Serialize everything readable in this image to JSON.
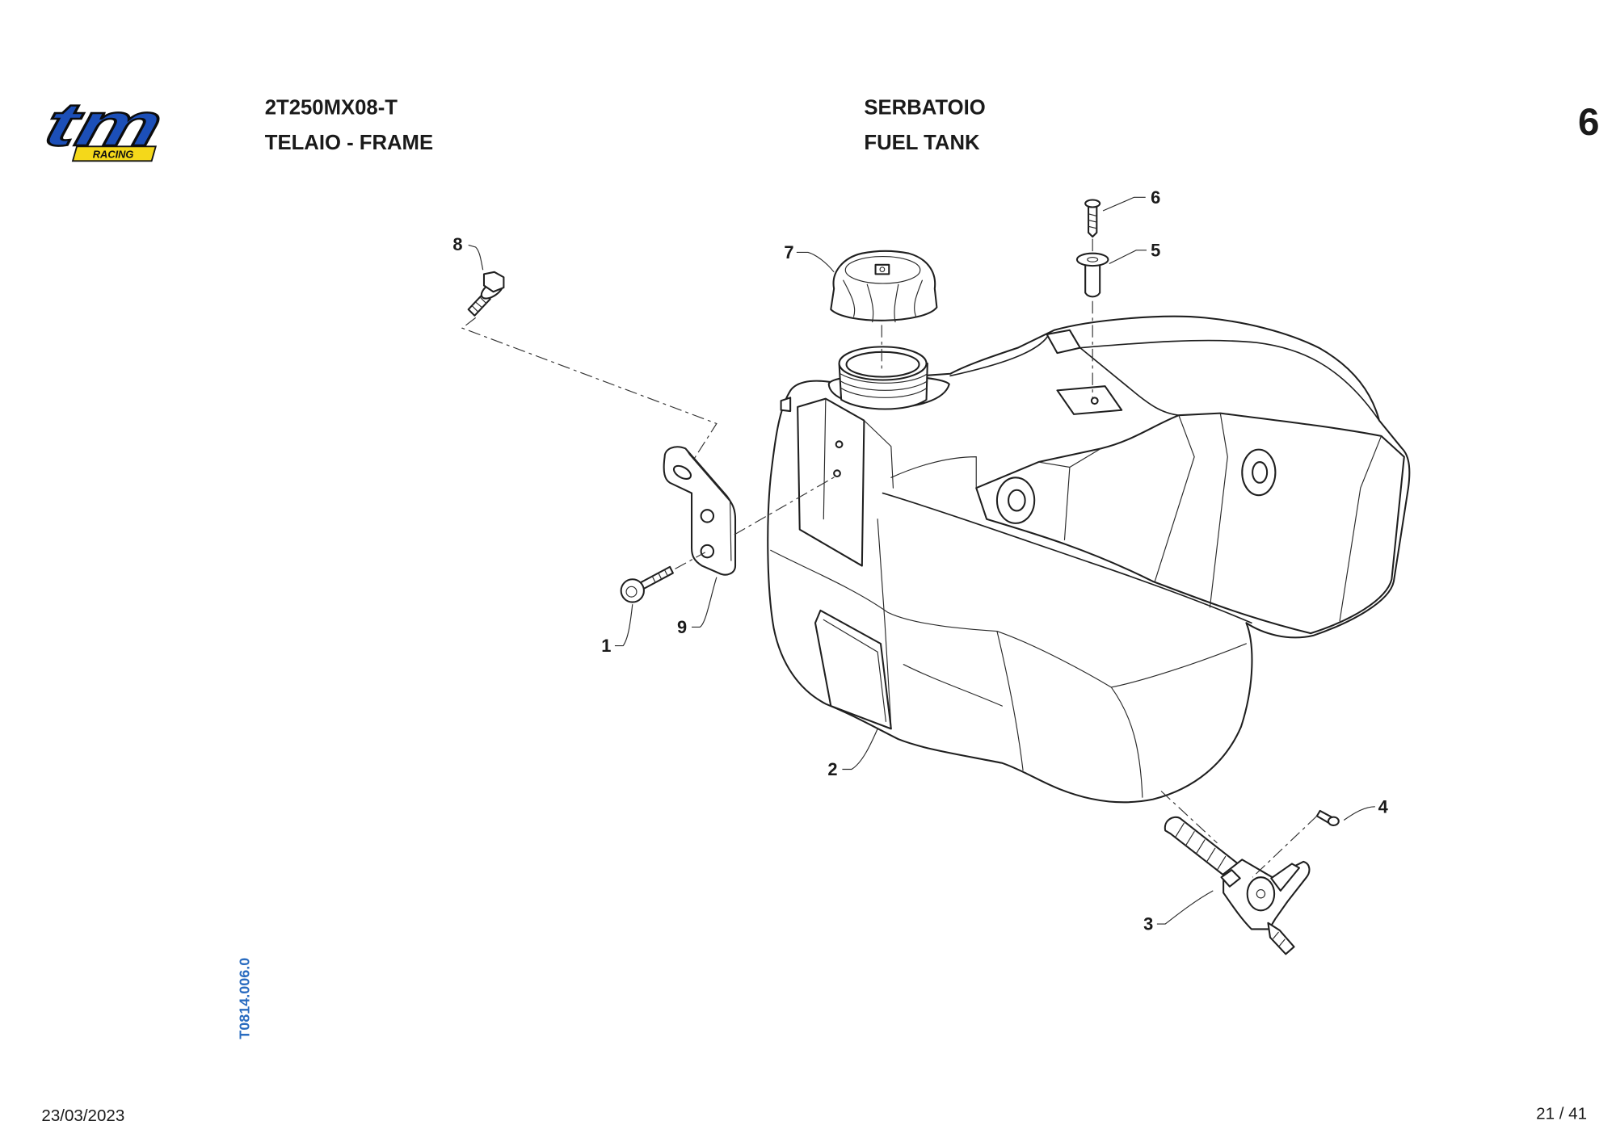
{
  "logo": {
    "brand": "tm",
    "tagline": "RACING"
  },
  "header": {
    "model_code": "2T250MX08-T",
    "group": "TELAIO - FRAME",
    "title_it": "SERBATOIO",
    "title_en": "FUEL TANK",
    "table_number": "6"
  },
  "drawing_code": "T0814.006.0",
  "footer": {
    "date": "23/03/2023",
    "page": "21 / 41"
  },
  "callouts": [
    {
      "label": "1"
    },
    {
      "label": "2"
    },
    {
      "label": "3"
    },
    {
      "label": "4"
    },
    {
      "label": "5"
    },
    {
      "label": "6"
    },
    {
      "label": "7"
    },
    {
      "label": "8"
    },
    {
      "label": "9"
    }
  ],
  "colors": {
    "logo_blue": "#1c4fb8",
    "logo_yellow": "#f4d81a",
    "drawing_code": "#2a6cc0",
    "line": "#1f1f1f"
  }
}
